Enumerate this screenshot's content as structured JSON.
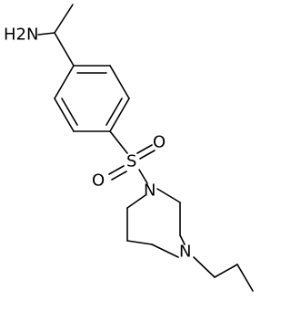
{
  "molecule": {
    "atoms": {
      "nh2": "H2N",
      "sulfur": "S",
      "sulfonyl_oxygen_upper": "O",
      "sulfonyl_oxygen_lower": "O",
      "piperazine_n1": "N",
      "piperazine_n4": "N"
    }
  }
}
